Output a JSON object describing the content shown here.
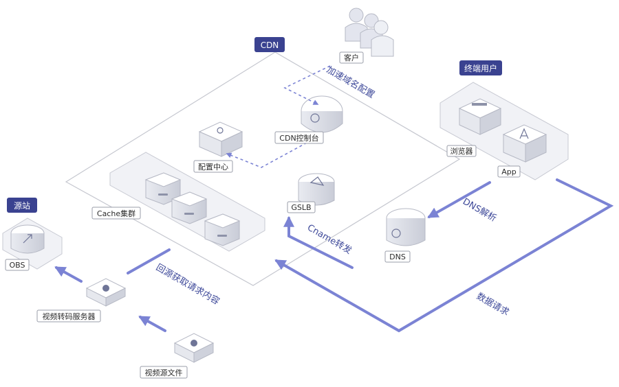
{
  "groups": {
    "cdn": "CDN",
    "end_users": "终端用户",
    "origin": "源站"
  },
  "nodes": {
    "customer": "客户",
    "cdn_console": "CDN控制台",
    "config_center": "配置中心",
    "cache_cluster": "Cache集群",
    "gslb": "GSLB",
    "browser": "浏览器",
    "app": "App",
    "dns": "DNS",
    "obs": "OBS",
    "transcode_server": "视频转码服务器",
    "video_source_file": "视频源文件"
  },
  "flows": {
    "accel_domain_config": "加速域名配置",
    "dns_resolve": "DNS解析",
    "cname_forward": "Cname转发",
    "data_request": "数据请求",
    "back_to_origin": "回源获取请求内容"
  },
  "colors": {
    "accent": "#7b83d4",
    "header_bg": "#3a4290",
    "box_stroke": "#bfc2cc",
    "platform_fill": "#f3f4f8"
  }
}
